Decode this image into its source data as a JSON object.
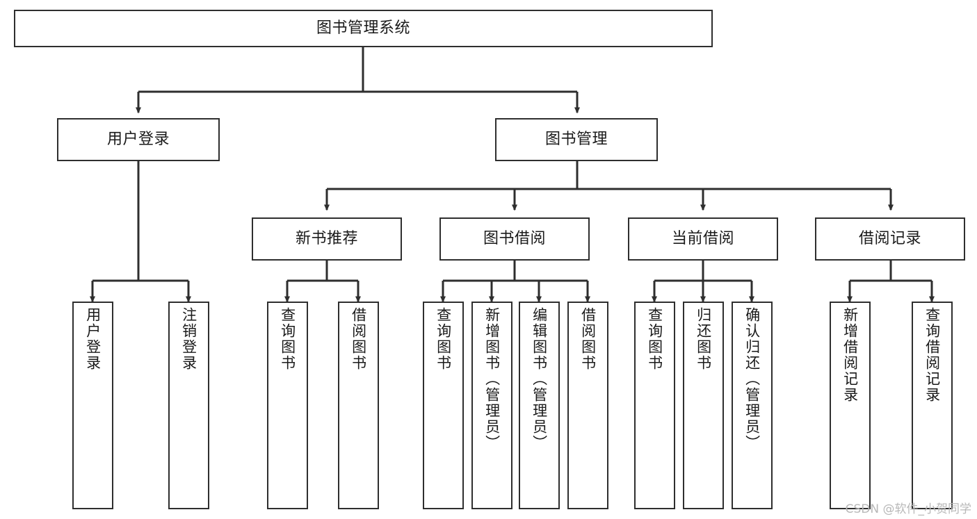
{
  "diagram": {
    "type": "tree-structure-chart",
    "title": "图书管理系统",
    "colors": {
      "box_border": "#2e2e2e",
      "box_fill": "#ffffff",
      "connector": "#2e2e2e",
      "text": "#1a1a1a",
      "watermark": "#b8b8b8",
      "background": "#ffffff"
    },
    "watermark": "CSDN @软件_小贺同学"
  },
  "nodes": {
    "root": {
      "label": "图书管理系统"
    },
    "level2": [
      {
        "label": "用户登录"
      },
      {
        "label": "图书管理"
      }
    ],
    "level3": [
      {
        "label": "新书推荐"
      },
      {
        "label": "图书借阅"
      },
      {
        "label": "当前借阅"
      },
      {
        "label": "借阅记录"
      }
    ],
    "leaves": {
      "user_login": [
        {
          "label": "用户登录"
        },
        {
          "label": "注销登录"
        }
      ],
      "new_book_recommend": [
        {
          "label": "查询图书"
        },
        {
          "label": "借阅图书"
        }
      ],
      "book_borrow": [
        {
          "label": "查询图书"
        },
        {
          "label": "新增图书（管理员）"
        },
        {
          "label": "编辑图书（管理员）"
        },
        {
          "label": "借阅图书"
        }
      ],
      "current_borrow": [
        {
          "label": "查询图书"
        },
        {
          "label": "归还图书"
        },
        {
          "label": "确认归还（管理员）"
        }
      ],
      "borrow_record": [
        {
          "label": "新增借阅记录"
        },
        {
          "label": "查询借阅记录"
        }
      ]
    }
  },
  "chart_data": {
    "type": "table",
    "title": "图书管理系统",
    "hierarchy": [
      {
        "name": "图书管理系统",
        "level": 1,
        "children": [
          {
            "name": "用户登录",
            "level": 2,
            "children": [
              {
                "name": "用户登录",
                "level": 3,
                "children": []
              },
              {
                "name": "注销登录",
                "level": 3,
                "children": []
              }
            ]
          },
          {
            "name": "图书管理",
            "level": 2,
            "children": [
              {
                "name": "新书推荐",
                "level": 3,
                "children": [
                  {
                    "name": "查询图书",
                    "level": 4,
                    "children": []
                  },
                  {
                    "name": "借阅图书",
                    "level": 4,
                    "children": []
                  }
                ]
              },
              {
                "name": "图书借阅",
                "level": 3,
                "children": [
                  {
                    "name": "查询图书",
                    "level": 4,
                    "children": []
                  },
                  {
                    "name": "新增图书（管理员）",
                    "level": 4,
                    "children": []
                  },
                  {
                    "name": "编辑图书（管理员）",
                    "level": 4,
                    "children": []
                  },
                  {
                    "name": "借阅图书",
                    "level": 4,
                    "children": []
                  }
                ]
              },
              {
                "name": "当前借阅",
                "level": 3,
                "children": [
                  {
                    "name": "查询图书",
                    "level": 4,
                    "children": []
                  },
                  {
                    "name": "归还图书",
                    "level": 4,
                    "children": []
                  },
                  {
                    "name": "确认归还（管理员）",
                    "level": 4,
                    "children": []
                  }
                ]
              },
              {
                "name": "借阅记录",
                "level": 3,
                "children": [
                  {
                    "name": "新增借阅记录",
                    "level": 4,
                    "children": []
                  },
                  {
                    "name": "查询借阅记录",
                    "level": 4,
                    "children": []
                  }
                ]
              }
            ]
          }
        ]
      }
    ]
  }
}
